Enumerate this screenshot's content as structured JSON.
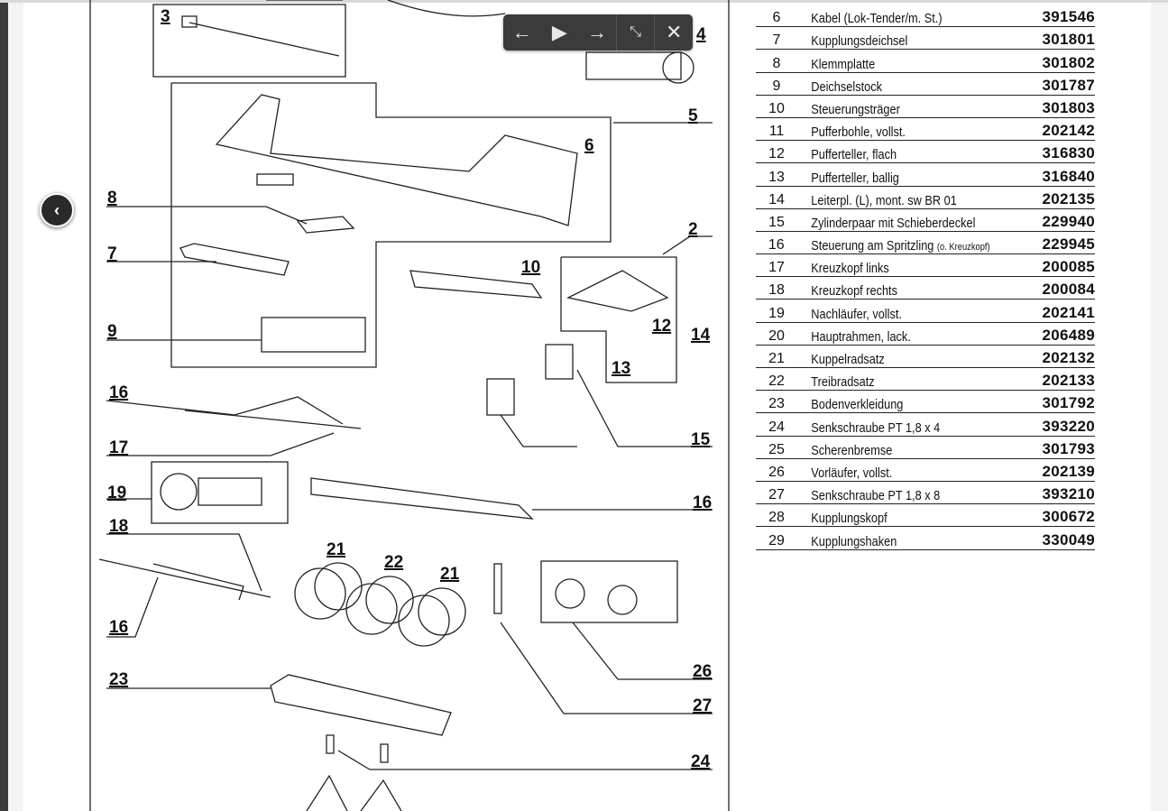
{
  "viewer": {
    "toolbar": {
      "prev_icon": "←",
      "play_icon": "▶",
      "next_icon": "→",
      "collapse_icon": "⤡",
      "close_icon": "✕"
    },
    "back_icon": "‹"
  },
  "diagram": {
    "callouts": [
      "3",
      "4",
      "5",
      "6",
      "8",
      "2",
      "7",
      "10",
      "12",
      "9",
      "14",
      "13",
      "16",
      "17",
      "15",
      "19",
      "16",
      "18",
      "21",
      "22",
      "21",
      "16",
      "26",
      "23",
      "27",
      "24"
    ]
  },
  "parts_list": [
    {
      "no": "6",
      "name": "Kabel (Lok-Tender/m. St.)",
      "art": "391546"
    },
    {
      "no": "7",
      "name": "Kupplungsdeichsel",
      "art": "301801"
    },
    {
      "no": "8",
      "name": "Klemmplatte",
      "art": "301802"
    },
    {
      "no": "9",
      "name": "Deichselstock",
      "art": "301787"
    },
    {
      "no": "10",
      "name": "Steuerungsträger",
      "art": "301803"
    },
    {
      "no": "11",
      "name": "Pufferbohle, vollst.",
      "art": "202142"
    },
    {
      "no": "12",
      "name": "Pufferteller, flach",
      "art": "316830"
    },
    {
      "no": "13",
      "name": "Pufferteller, ballig",
      "art": "316840"
    },
    {
      "no": "14",
      "name": "Leiterpl. (L), mont. sw BR 01",
      "art": "202135"
    },
    {
      "no": "15",
      "name": "Zylinderpaar mit Schieberdeckel",
      "art": "229940"
    },
    {
      "no": "16",
      "name": "Steuerung am Spritzling",
      "note": "(o. Kreuzkopf)",
      "art": "229945"
    },
    {
      "no": "17",
      "name": "Kreuzkopf links",
      "art": "200085"
    },
    {
      "no": "18",
      "name": "Kreuzkopf rechts",
      "art": "200084"
    },
    {
      "no": "19",
      "name": "Nachläufer, vollst.",
      "art": "202141"
    },
    {
      "no": "20",
      "name": "Hauptrahmen, lack.",
      "art": "206489"
    },
    {
      "no": "21",
      "name": "Kuppelradsatz",
      "art": "202132"
    },
    {
      "no": "22",
      "name": "Treibradsatz",
      "art": "202133"
    },
    {
      "no": "23",
      "name": "Bodenverkleidung",
      "art": "301792"
    },
    {
      "no": "24",
      "name": "Senkschraube PT 1,8 x 4",
      "art": "393220"
    },
    {
      "no": "25",
      "name": "Scherenbremse",
      "art": "301793"
    },
    {
      "no": "26",
      "name": "Vorläufer, vollst.",
      "art": "202139"
    },
    {
      "no": "27",
      "name": "Senkschraube PT 1,8 x 8",
      "art": "393210"
    },
    {
      "no": "28",
      "name": "Kupplungskopf",
      "art": "300672"
    },
    {
      "no": "29",
      "name": "Kupplungshaken",
      "art": "330049"
    }
  ]
}
